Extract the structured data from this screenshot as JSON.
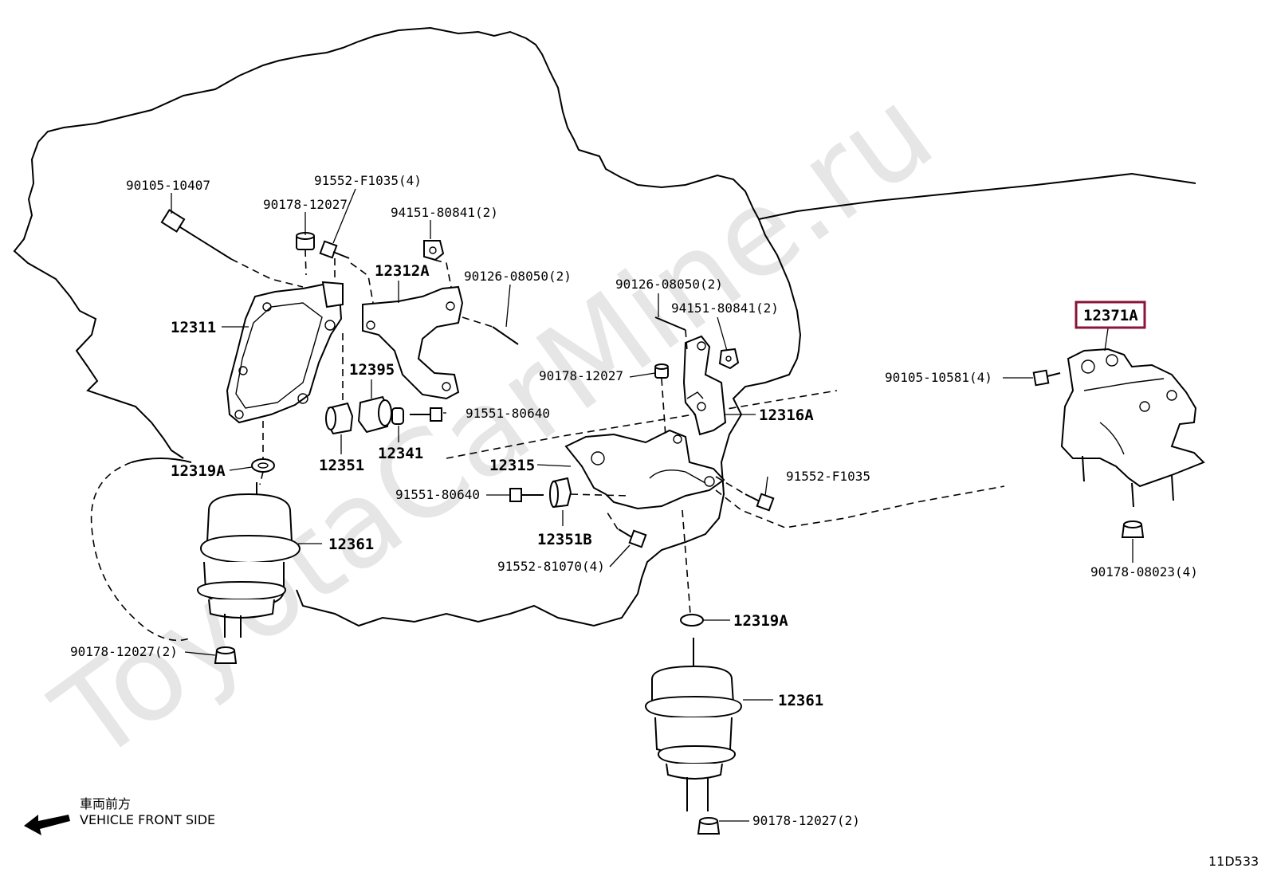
{
  "diagram_id": "11D533",
  "watermark": "ToyotaCarMine.ru",
  "caption": {
    "jp": "車両前方",
    "en": "VEHICLE FRONT SIDE"
  },
  "highlight": {
    "part_label": "12371A",
    "color": "#8a1538"
  },
  "labels": {
    "l_90105_10407": "90105-10407",
    "l_90178_12027_top": "90178-12027",
    "l_91552_F1035_4": "91552-F1035(4)",
    "l_94151_80841_2_left": "94151-80841(2)",
    "l_12312A": "12312A",
    "l_90126_08050_2_left": "90126-08050(2)",
    "l_12311": "12311",
    "l_12395": "12395",
    "l_91551_80640_top": "91551-80640",
    "l_12351": "12351",
    "l_12341": "12341",
    "l_12319A_left": "12319A",
    "l_12361_left": "12361",
    "l_90178_12027_2_left": "90178-12027(2)",
    "l_90126_08050_2_mid": "90126-08050(2)",
    "l_94151_80841_2_mid": "94151-80841(2)",
    "l_90178_12027_mid": "90178-12027",
    "l_12316A": "12316A",
    "l_12315": "12315",
    "l_91552_F1035": "91552-F1035",
    "l_91551_80640_mid": "91551-80640",
    "l_12351B": "12351B",
    "l_91552_81070_4": "91552-81070(4)",
    "l_12319A_mid": "12319A",
    "l_12361_mid": "12361",
    "l_90178_12027_2_bottom": "90178-12027(2)",
    "l_12371A": "12371A",
    "l_90105_10581_4": "90105-10581(4)",
    "l_90178_08023_4": "90178-08023(4)"
  }
}
